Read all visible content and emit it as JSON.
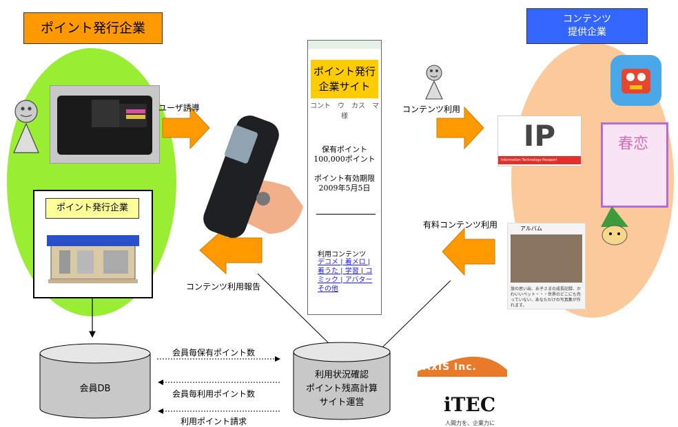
{
  "left_panel": {
    "title": "ポイント発行企業",
    "store_label": "ポイント発行企業"
  },
  "right_panel": {
    "title_line1": "コンテンツ",
    "title_line2": "提供企業"
  },
  "phone_screen": {
    "title_line1": "ポイント発行",
    "title_line2": "企業サイト",
    "tabs": "コント　ウ　カス　マ様",
    "balance_label": "保有ポイント",
    "balance_value": "100,000ポイント",
    "expiry_label": "ポイント有効期限",
    "expiry_value": "2009年5月5日",
    "contents_label": "利用コンテンツ",
    "contents_links": "デコメ | 着メロ | 着うた | 学習 | コミック | アバター その他"
  },
  "flows": {
    "user_guide": "ユーザ誘導",
    "content_use": "コンテンツ利用",
    "paid_content_use": "有料コンテンツ利用",
    "usage_report": "コンテンツ利用報告",
    "member_points": "会員毎保有ポイント数",
    "member_used_points": "会員毎利用ポイント数",
    "point_billing": "利用ポイント請求"
  },
  "databases": {
    "member_db": "会員DB",
    "site_line1": "利用状況確認",
    "site_line2": "ポイント残高計算",
    "site_line3": "サイト運営"
  },
  "right_items": {
    "ip_text": "IP",
    "ip_bar": "Information Technology Passport",
    "book_text": "春恋",
    "album_caption": "アルバム",
    "album_text": "旅の思い出、お子さまの成長記録、かわいいペット・・・世界のどこにも売っていない、あなただけの写真集が作れます。"
  },
  "logos": {
    "axis": "AxIS Inc.",
    "itec": "iTEC",
    "itec_sub": "人間力を、企業力に"
  },
  "colors": {
    "orange": "#ff9900",
    "green_ellipse": "#99ee33",
    "peach_ellipse": "#fcc99a",
    "blue_title": "#3366ff",
    "arrow_orange": "#ff9900"
  }
}
